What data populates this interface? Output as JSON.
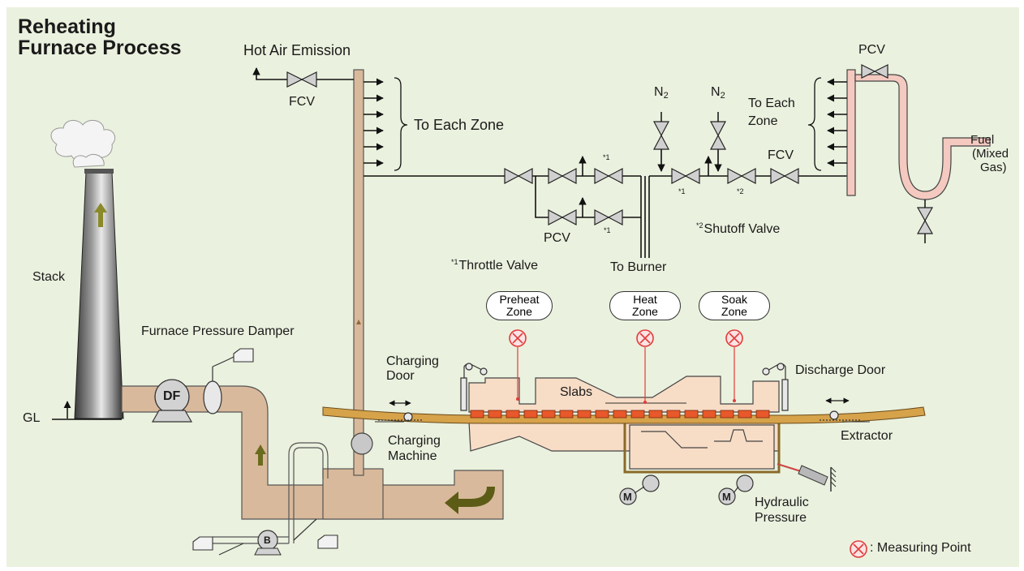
{
  "title": {
    "line1": "Reheating",
    "line2": "Furnace Process"
  },
  "labels": {
    "hot_air": "Hot Air Emission",
    "fcv_left": "FCV",
    "to_each_zone_left": "To Each Zone",
    "n2_a": "N",
    "n2_b": "N",
    "n2_sub": "2",
    "to_each_zone_right_1": "To Each",
    "to_each_zone_right_2": "Zone",
    "pcv_top": "PCV",
    "fcv_right": "FCV",
    "fuel_1": "Fuel",
    "fuel_2": "(Mixed",
    "fuel_3": "Gas)",
    "pcv_mid": "PCV",
    "star1": "*1",
    "star2": "*2",
    "shutoff": "Shutoff Valve",
    "throttle": "Throttle Valve",
    "to_burner": "To Burner",
    "stack": "Stack",
    "damper": "Furnace Pressure Damper",
    "gl": "GL",
    "df": "DF",
    "b": "B",
    "m": "M",
    "charging_door_1": "Charging",
    "charging_door_2": "Door",
    "slabs": "Slabs",
    "discharge_door": "Discharge Door",
    "charging_machine_1": "Charging",
    "charging_machine_2": "Machine",
    "extractor": "Extractor",
    "hydraulic_1": "Hydraulic",
    "hydraulic_2": "Pressure",
    "measuring_point": ": Measuring Point"
  },
  "zones": [
    {
      "line1": "Preheat",
      "line2": "Zone"
    },
    {
      "line1": "Heat",
      "line2": "Zone"
    },
    {
      "line1": "Soak",
      "line2": "Zone"
    }
  ],
  "colors": {
    "background": "#eaf1de",
    "duct": "#d9b99b",
    "furnace": "#f7dcc6",
    "slab": "#e8582a",
    "measuring": "#e23b3b",
    "arrow": "#6b6b1e",
    "pipe_fuel": "#f4c9c0"
  }
}
